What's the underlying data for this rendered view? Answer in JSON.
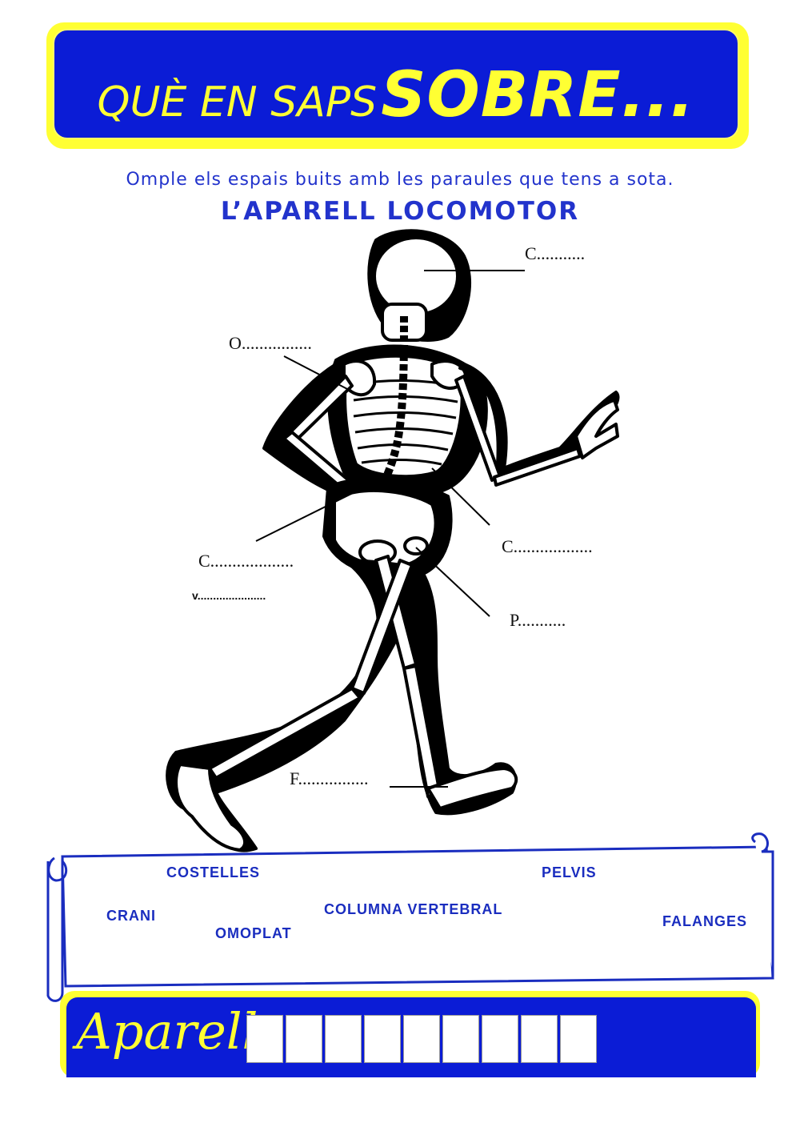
{
  "header": {
    "title_small": "QUÈ EN SAPS",
    "title_big": "SOBRE..."
  },
  "instruction": "Omple els espais buits amb les paraules que tens a sota.",
  "subtitle": "L’APARELL LOCOMOTOR",
  "labels": {
    "crani": "C...........",
    "omoplat": "O................",
    "costelles": "C..................",
    "columna_c": "C...................",
    "columna_v": "v......................",
    "pelvis": "P...........",
    "falanges": "F................"
  },
  "word_bank": {
    "costelles": "COSTELLES",
    "pelvis": "PELVIS",
    "crani": "CRANI",
    "columna": "COLUMNA VERTEBRAL",
    "falanges": "FALANGES",
    "omoplat": "OMOPLAT"
  },
  "answer": {
    "label": "Aparell:",
    "box_count": 9
  },
  "colors": {
    "banner_blue": "#0b1cd6",
    "banner_yellow": "#ffff33",
    "text_blue": "#2233cc"
  }
}
